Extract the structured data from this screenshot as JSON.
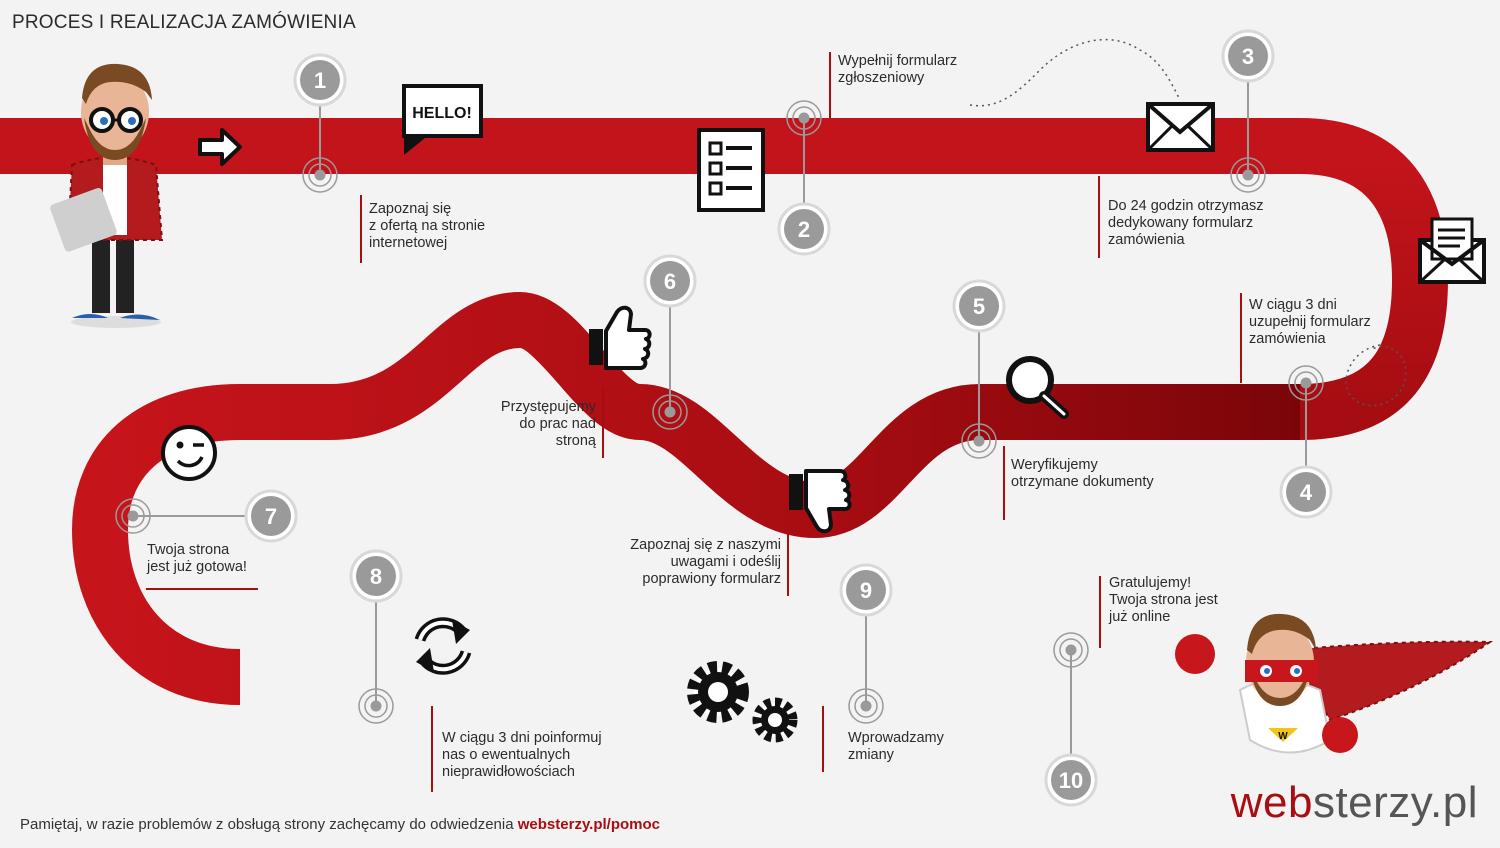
{
  "title": "PROCES I REALIZACJA ZAMÓWIENIA",
  "colors": {
    "road": "#a80d12",
    "road_dark": "#5e0309",
    "marker": "#9a9a9a",
    "background": "#f3f3f3"
  },
  "steps": [
    {
      "number": "1",
      "text": "Zapoznaj się\nz ofertą na stronie\ninternetowej"
    },
    {
      "number": "2",
      "text": "Wypełnij formularz\nzgłoszeniowy"
    },
    {
      "number": "3",
      "text": "Do 24 godzin otrzymasz\ndedykowany formularz\nzamówienia"
    },
    {
      "number": "4",
      "text": "W ciągu 3 dni\nuzupełnij formularz\nzamówienia"
    },
    {
      "number": "5",
      "text": "Weryfikujemy\notrzymane dokumenty"
    },
    {
      "number": "6",
      "text": "Przystępujemy\ndo prac nad\nstroną"
    },
    {
      "number": "7",
      "text": "Twoja strona\njest już gotowa!"
    },
    {
      "number": "8",
      "text": "W ciągu 3 dni poinformuj\nnas o ewentualnych\nnieprawidłowościach"
    },
    {
      "number": "9",
      "text": "Wprowadzamy\nzmiany"
    },
    {
      "number": "10",
      "text": "Gratulujemy!\nTwoja strona jest\njuż online"
    }
  ],
  "branch_text": "Zapoznaj się z naszymi\nuwagami i odeślij\npoprawiony formularz",
  "icons": {
    "hello_label": "HELLO!",
    "list": [
      "arrow-right-icon",
      "speech-bubble-icon",
      "form-icon",
      "envelope-icon",
      "letter-icon",
      "magnifier-icon",
      "thumbs-up-icon",
      "thumbs-down-icon",
      "wink-smiley-icon",
      "refresh-icon",
      "gears-icon",
      "mascot-standing",
      "mascot-superhero"
    ]
  },
  "footer": {
    "text": "Pamiętaj, w razie problemów z obsługą strony zachęcamy do odwiedzenia ",
    "link": "websterzy.pl/pomoc"
  },
  "brand": {
    "part1": "web",
    "part2": "sterzy.pl"
  }
}
